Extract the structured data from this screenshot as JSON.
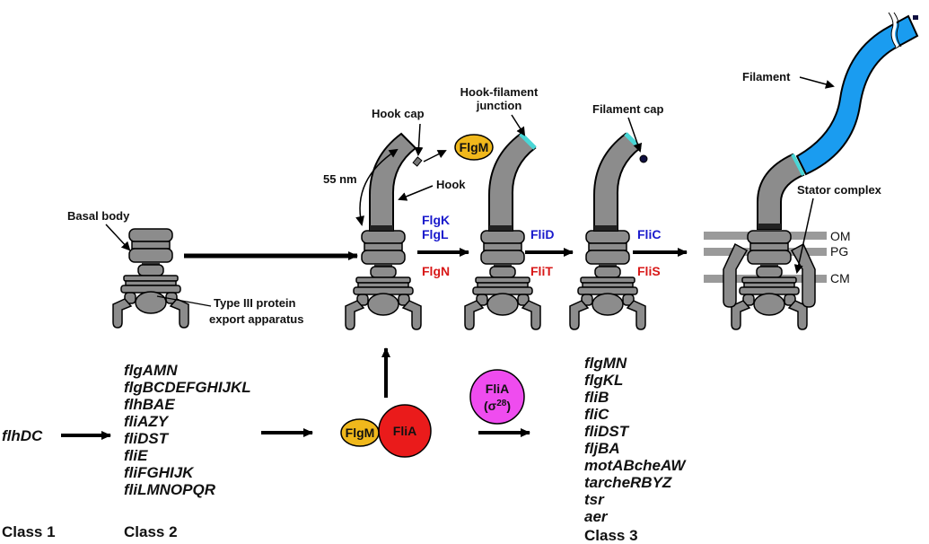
{
  "colors": {
    "structure_gray": "#8c8c8c",
    "filament_blue": "#1a9cf0",
    "junction_cyan": "#49d6d6",
    "flgm_yellow": "#f0b81c",
    "flia_red": "#ea1b1b",
    "flia_sigma_magenta": "#ef4cef",
    "export_label_blue": "#1a1acc",
    "chaperone_label_red": "#d81818",
    "membrane_gray": "#9a9a9a"
  },
  "structure_labels": {
    "basal_body": "Basal body",
    "export_apparatus_line1": "Type III protein",
    "export_apparatus_line2": "export apparatus",
    "hook_cap": "Hook cap",
    "hook": "Hook",
    "hook_length": "55 nm",
    "hook_filament_junction_line1": "Hook-filament",
    "hook_filament_junction_line2": "junction",
    "filament_cap": "Filament cap",
    "filament": "Filament",
    "stator_complex": "Stator complex"
  },
  "membranes": [
    "OM",
    "PG",
    "CM"
  ],
  "steps": [
    {
      "exported": [
        "FlgK",
        "FlgL"
      ],
      "chaperone": "FlgN"
    },
    {
      "exported": [
        "FliD"
      ],
      "chaperone": "FliT"
    },
    {
      "exported": [
        "FliC"
      ],
      "chaperone": "FliS"
    }
  ],
  "proteins": {
    "flgm": "FlgM",
    "flia": "FliA",
    "flia_sigma_name": "FliA",
    "flia_sigma_sub": "(σ",
    "flia_sigma_sup": "28",
    "flia_sigma_close": ")"
  },
  "classes": [
    {
      "label": "Class 1",
      "genes": [
        "flhDC"
      ]
    },
    {
      "label": "Class 2",
      "genes": [
        "flgAMN",
        "flgBCDEFGHIJKL",
        "flhBAE",
        "fliAZY",
        "fliDST",
        "fliE",
        "fliFGHIJK",
        "fliLMNOPQR"
      ]
    },
    {
      "label": "Class 3",
      "genes": [
        "flgMN",
        "flgKL",
        "fliB",
        "fliC",
        "fliDST",
        "fljBA",
        "motABcheAW",
        "tarcheRBYZ",
        "tsr",
        "aer"
      ]
    }
  ]
}
